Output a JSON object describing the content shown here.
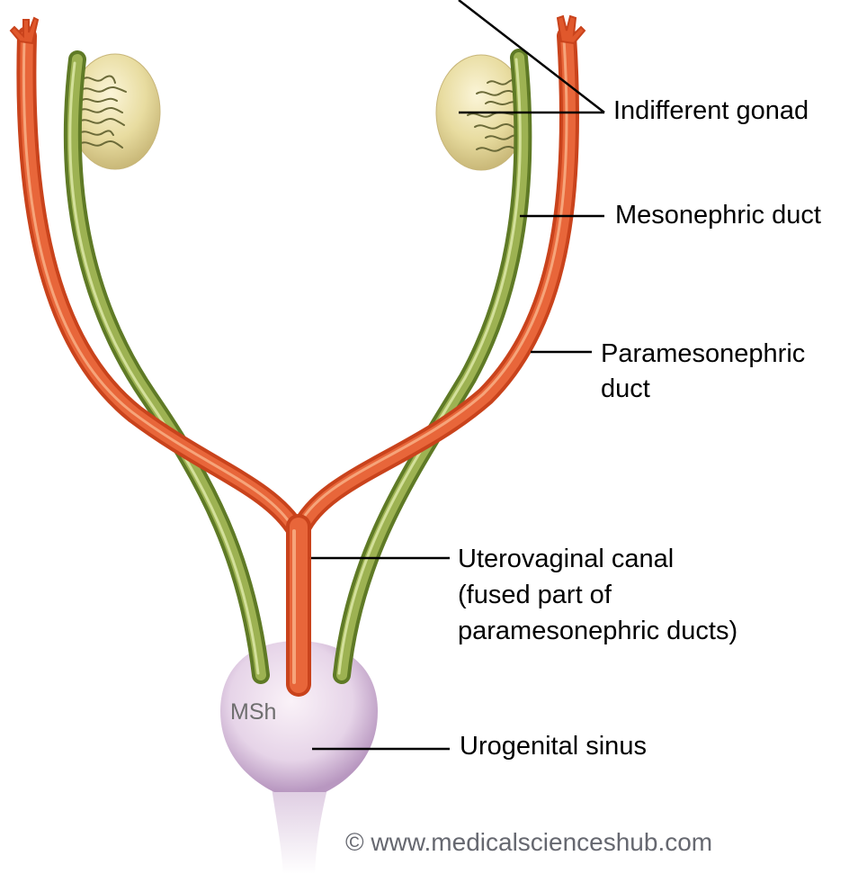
{
  "diagram": {
    "title": "Indifferent stage of genital duct development",
    "labels": {
      "indifferent_gonad": "Indifferent gonad",
      "mesonephric_duct": "Mesonephric duct",
      "paramesonephric_duct_line1": "Paramesonephric",
      "paramesonephric_duct_line2": "duct",
      "uterovaginal_canal_line1": "Uterovaginal canal",
      "uterovaginal_canal_line2": "(fused part of",
      "uterovaginal_canal_line3": "paramesonephric ducts)",
      "urogenital_sinus": "Urogenital sinus"
    },
    "abbreviation": "MSh",
    "copyright": "© www.medicalscienceshub.com",
    "colors": {
      "paramesonephric": "#e0582c",
      "paramesonephric_highlight": "#f5a070",
      "mesonephric": "#7d9438",
      "mesonephric_highlight": "#c8d890",
      "gonad": "#e8dca0",
      "urogenital_sinus": "#dcc8e0",
      "leader_line": "#000000"
    }
  }
}
